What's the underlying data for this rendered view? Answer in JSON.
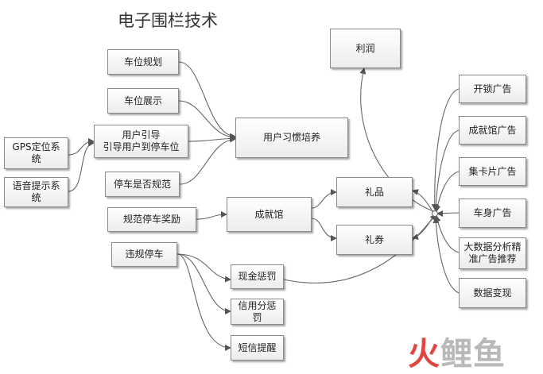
{
  "title": "电子围栏技术",
  "watermark": {
    "part1": "火",
    "part2": "鲤鱼"
  },
  "nodes": {
    "gps": "GPS定位系\n统",
    "voice": "语音提示系\n统",
    "parking_plan": "车位规划",
    "parking_show": "车位展示",
    "user_guide": "用户引导\n引导用户到停车位",
    "parking_norm": "停车是否规范",
    "norm_reward": "规范停车奖励",
    "violation": "违规停车",
    "habit": "用户习惯培养",
    "achievement": "成就馆",
    "gift": "礼品",
    "coupon": "礼券",
    "cash_penalty": "现金惩罚",
    "credit_penalty": "信用分惩\n罚",
    "sms": "短信提醒",
    "profit": "利润",
    "ad_unlock": "开锁广告",
    "ad_achievement": "成就馆广告",
    "ad_card": "集卡片广告",
    "ad_body": "车身广告",
    "ad_bigdata": "大数据分析精\n准广告推荐",
    "data_monetize": "数据变现"
  }
}
